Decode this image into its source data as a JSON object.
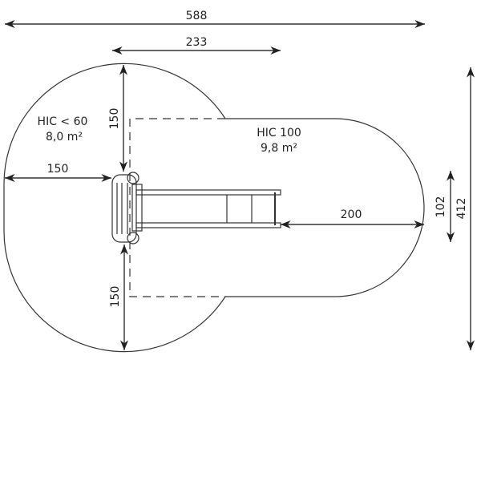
{
  "dimensions": {
    "total_width": "588",
    "offset_width": "233",
    "total_height": "412",
    "equipment_width": "102",
    "right_clearance": "200",
    "left_clearance": "150",
    "top_clearance": "150",
    "bottom_clearance": "150"
  },
  "zones": {
    "zone1": {
      "hic": "HIC < 60",
      "area": "8,0 m²"
    },
    "zone2": {
      "hic": "HIC 100",
      "area": "9,8 m²"
    }
  },
  "colors": {
    "line": "#333333",
    "background": "#ffffff"
  }
}
